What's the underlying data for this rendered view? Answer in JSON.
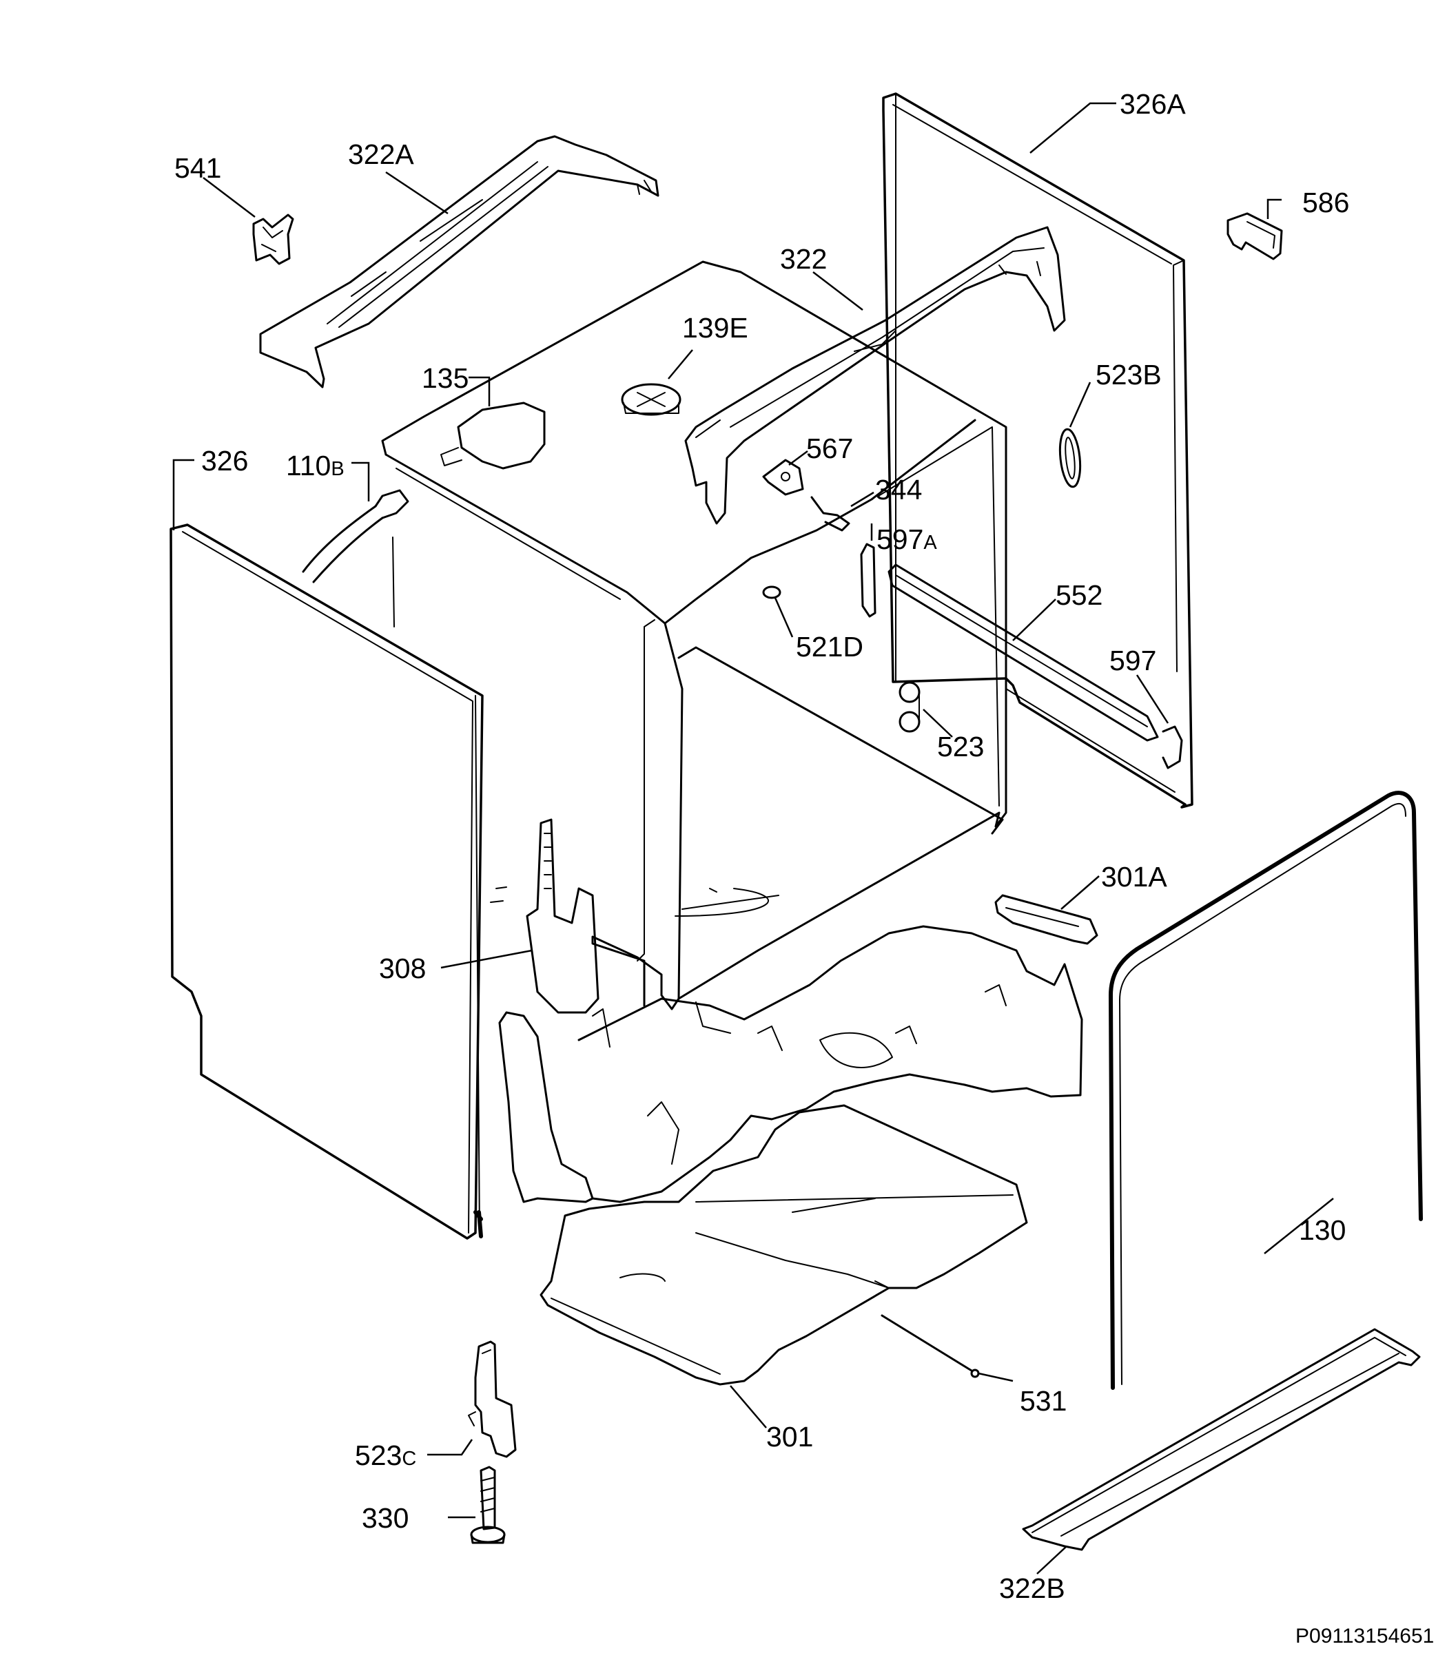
{
  "labels": {
    "p541": "541",
    "p322A": "322A",
    "p326A": "326A",
    "p586": "586",
    "p322": "322",
    "p139E": "139E",
    "p135": "135",
    "p523B": "523B",
    "p567": "567",
    "p326": "326",
    "p110B_num": "110",
    "p110B_suffix": "B",
    "p344": "344",
    "p597A_num": "597",
    "p597A_suffix": "A",
    "p552": "552",
    "p521D": "521D",
    "p597": "597",
    "p523": "523",
    "p301A": "301A",
    "p308": "308",
    "p130": "130",
    "p531": "531",
    "p301": "301",
    "p523C_num": "523",
    "p523C_suffix": "C",
    "p330": "330",
    "p322B": "322B"
  },
  "footer": {
    "code": "P09113154651"
  }
}
